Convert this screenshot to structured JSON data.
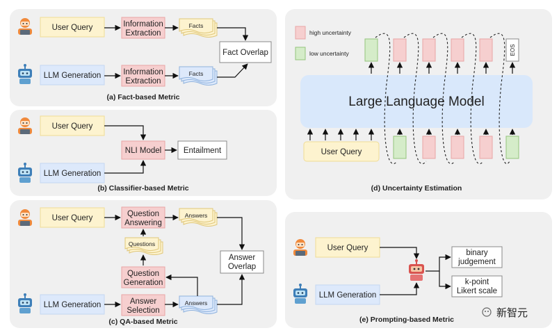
{
  "colors": {
    "panel": "#f0f0f0",
    "query_fill": "#fdf3cf",
    "query_stroke": "#f0dc95",
    "gen_fill": "#dde9fb",
    "gen_stroke": "#c3d6f2",
    "pink_fill": "#f6cfcf",
    "pink_stroke": "#e8a5a5",
    "green_fill": "#d5ecc9",
    "green_stroke": "#93c57c",
    "llm_fill": "#d9e8fb",
    "user_icon": "#f08a3c",
    "robot_icon": "#3e7fb8",
    "judge_icon": "#d9534f"
  },
  "labels": {
    "user_query": "User Query",
    "llm_generation": "LLM Generation",
    "information_extraction_1": "Information",
    "information_extraction_2": "Extraction",
    "facts": "Facts",
    "fact_overlap": "Fact Overlap",
    "nli_model": "NLI Model",
    "entailment": "Entailment",
    "question_answering_1": "Question",
    "question_answering_2": "Answering",
    "answers": "Answers",
    "questions": "Questions",
    "question_generation_1": "Question",
    "question_generation_2": "Generation",
    "answer_selection_1": "Answer",
    "answer_selection_2": "Selection",
    "answer_overlap_1": "Answer",
    "answer_overlap_2": "Overlap",
    "high_uncertainty": "high uncertainty",
    "low_uncertainty": "low uncertainty",
    "eos": "EOS",
    "large_language_model": "Large Language Model",
    "binary_1": "binary",
    "binary_2": "judgement",
    "likert_1": "k-point",
    "likert_2": "Likert scale",
    "watermark": "新智元"
  },
  "captions": {
    "a": "(a) Fact-based Metric",
    "b": "(b) Classifier-based Metric",
    "c": "(c) QA-based Metric",
    "d": "(d) Uncertainty Estimation",
    "e": "(e) Prompting-based Metric"
  }
}
